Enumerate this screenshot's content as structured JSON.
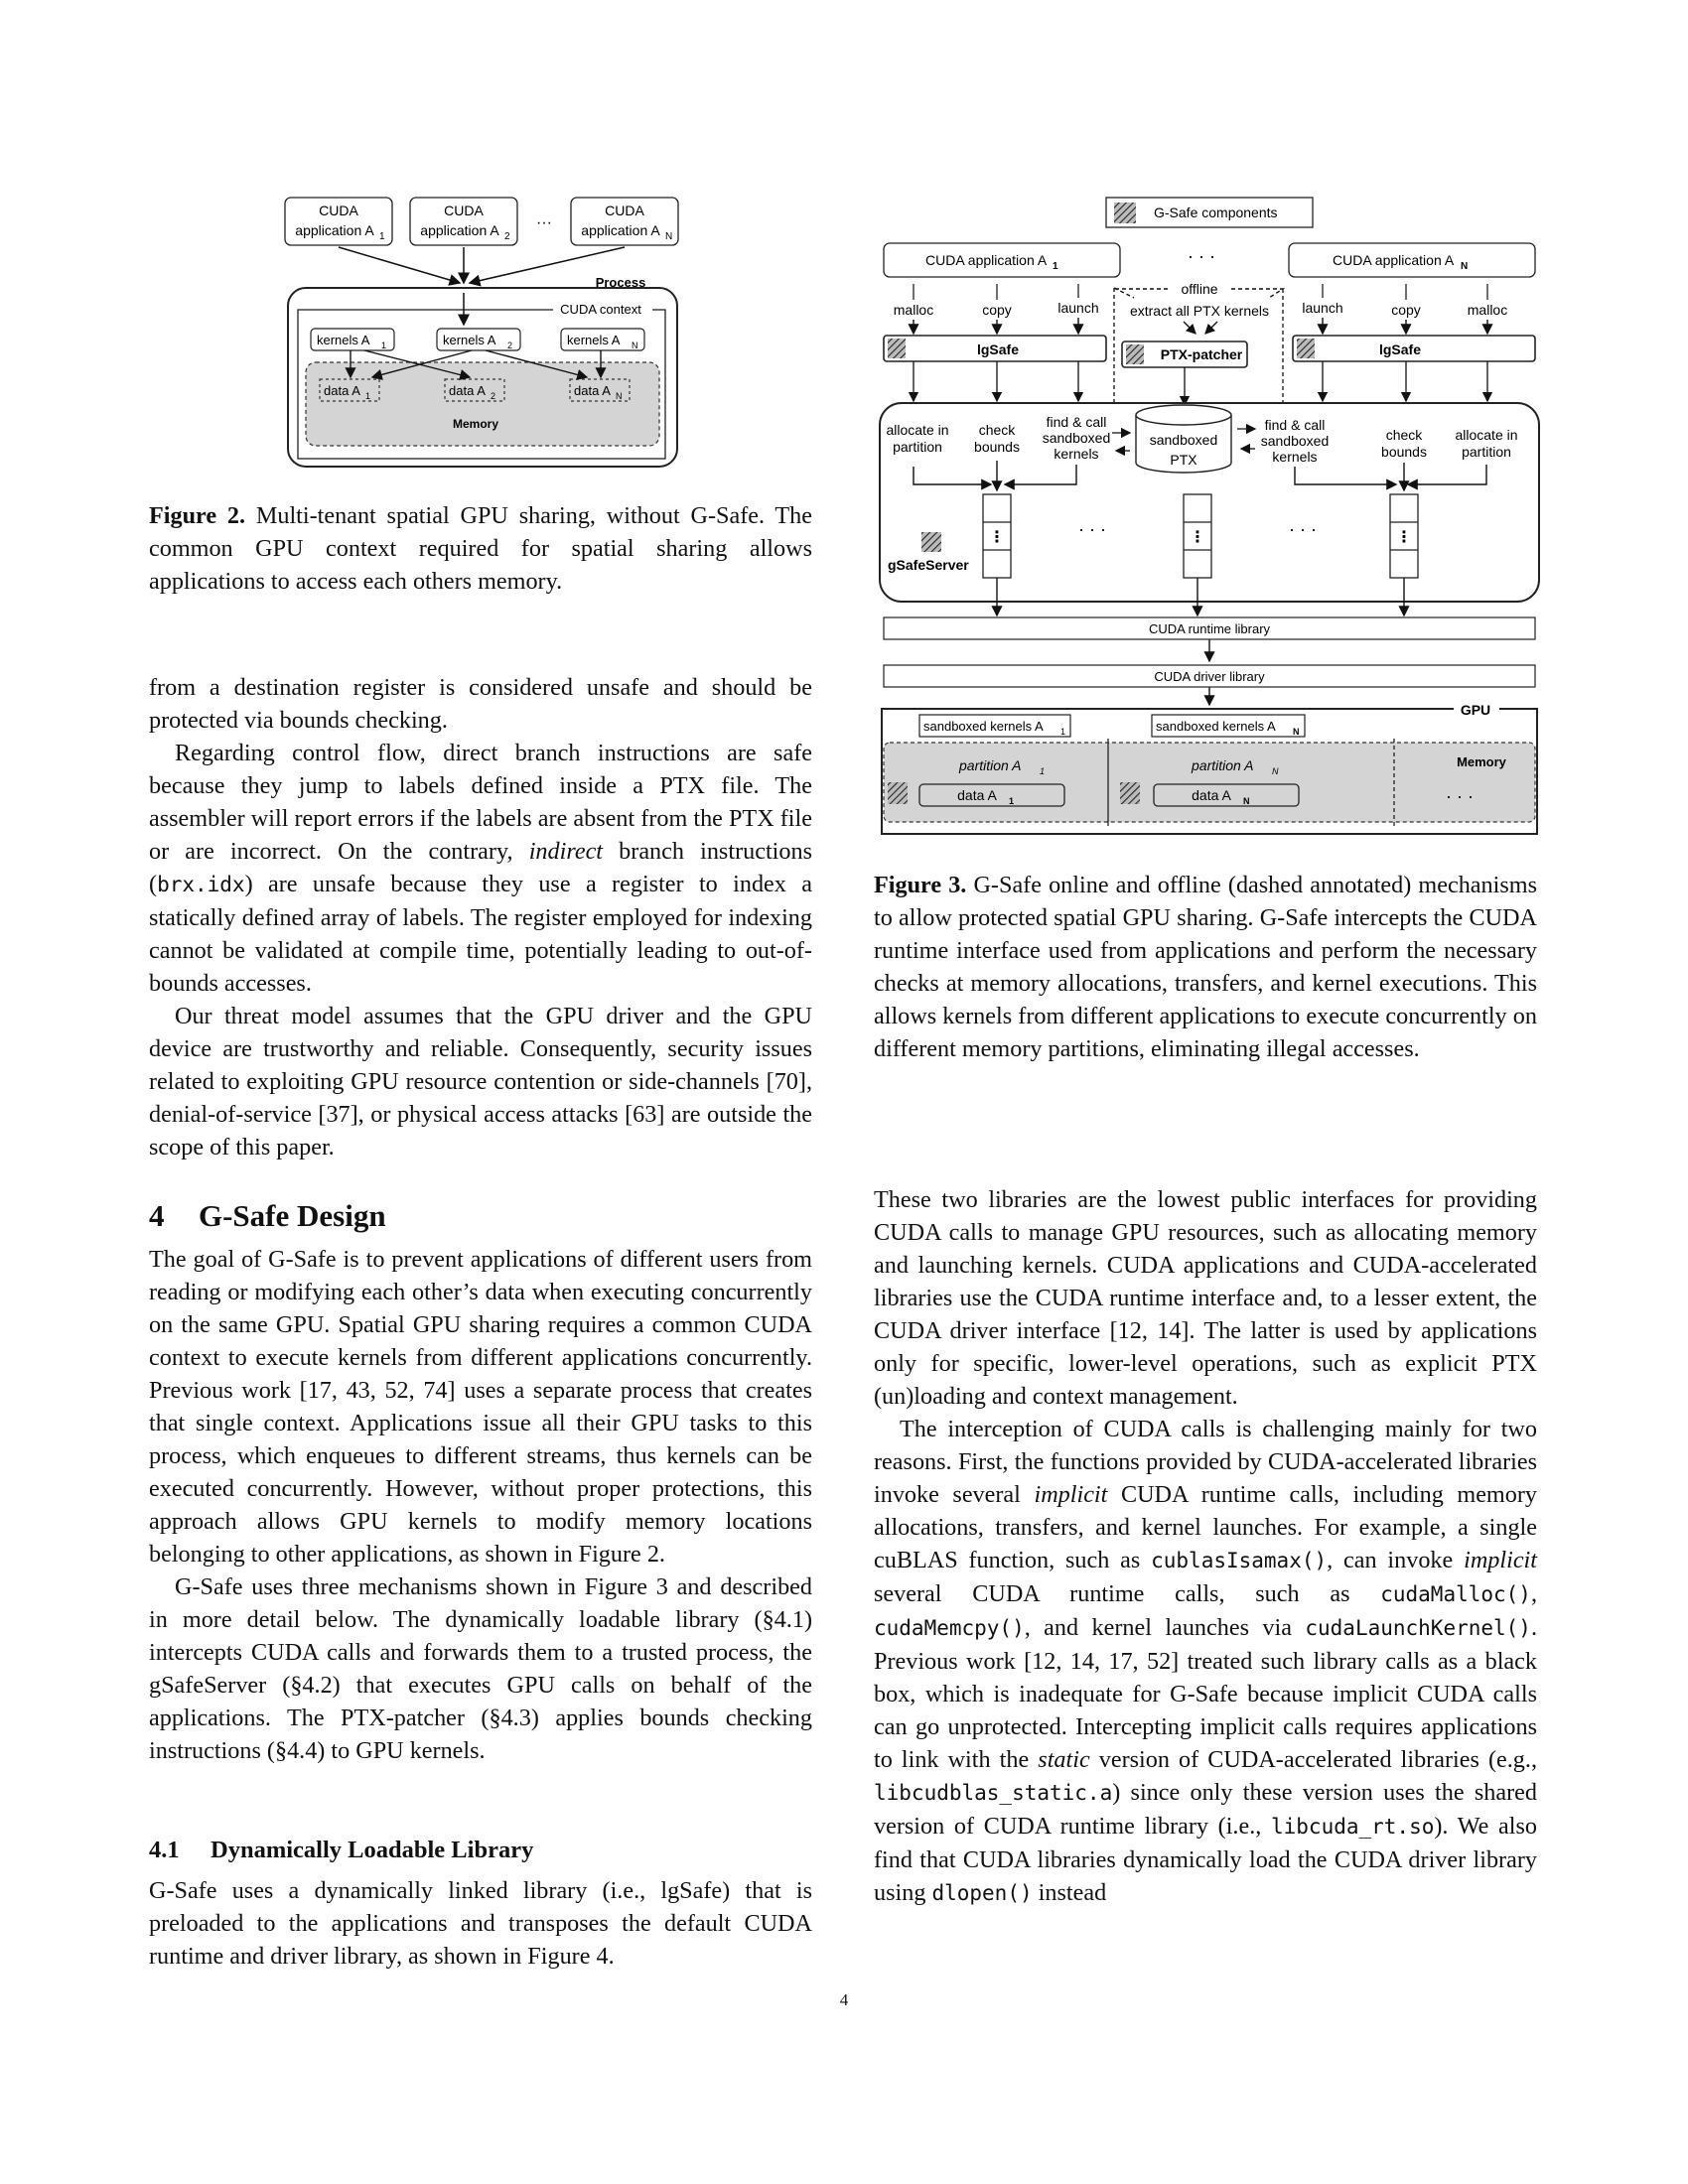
{
  "fig2": {
    "apps": [
      "CUDA",
      "application A",
      "1",
      "CUDA",
      "application A",
      "2",
      "CUDA",
      "application A",
      "N"
    ],
    "dots": "···",
    "process_label": "Process",
    "context_label": "CUDA context",
    "kernels": [
      "kernels A",
      "1",
      "kernels A",
      "2",
      "kernels A",
      "N"
    ],
    "data": [
      "data A",
      "1",
      "data A",
      "2",
      "data A",
      "N"
    ],
    "memory_label": "Memory",
    "caption_label": "Figure 2.",
    "caption_text": " Multi-tenant spatial GPU sharing, without G-Safe. The common GPU context required for spatial sharing allows applications to access each others memory."
  },
  "fig3": {
    "legend": "G-Safe components",
    "top_dots": "· · ·",
    "app1": "CUDA application A",
    "app1_sub": "1",
    "appN": "CUDA application A",
    "appN_sub": "N",
    "left_calls": [
      "malloc",
      "copy",
      "launch"
    ],
    "right_calls": [
      "launch",
      "copy",
      "malloc"
    ],
    "offline": "offline",
    "extract": "extract all PTX kernels",
    "lgsafe": "lgSafe",
    "ptx_patcher": "PTX-patcher",
    "server_left": [
      "allocate in",
      "partition",
      "check",
      "bounds",
      "find & call",
      "sandboxed",
      "kernels"
    ],
    "server_right": [
      "find & call",
      "sandboxed",
      "kernels",
      "check",
      "bounds",
      "allocate in",
      "partition"
    ],
    "sandboxed_ptx": [
      "sandboxed",
      "PTX"
    ],
    "gsafe_server": "gSafeServer",
    "mid_dots": "· · ·",
    "runtime": "CUDA runtime library",
    "driver": "CUDA driver library",
    "gpu": "GPU",
    "sk1": "sandboxed kernels A",
    "sk1_sub": "1",
    "skN": "sandboxed kernels A",
    "skN_sub": "N",
    "memory": "Memory",
    "part1": "partition A",
    "part1_sub": "1",
    "partN": "partition A",
    "partN_sub": "N",
    "data1": "data A",
    "data1_sub": "1",
    "dataN": "data A",
    "dataN_sub": "N",
    "mem_dots": "· · ·",
    "caption_label": "Figure 3.",
    "caption_text": " G-Safe online and offline (dashed annotated) mechanisms to allow protected spatial GPU sharing. G-Safe intercepts the CUDA runtime interface used from applications and perform the necessary checks at memory allocations, transfers, and kernel executions. This allows kernels from different applications to execute concurrently on different memory partitions, eliminating illegal accesses."
  },
  "left": {
    "p1": "from a destination register is considered unsafe and should be protected via bounds checking.",
    "p2_a": "Regarding control flow, direct branch instructions are safe because they jump to labels defined inside a PTX file. The assembler will report errors if the labels are absent from the PTX file or are incorrect. On the contrary, ",
    "p2_em": "indirect",
    "p2_b": " branch instructions (",
    "p2_code": "brx.idx",
    "p2_c": ") are unsafe because they use a register to index a statically defined array of labels. The register employed for indexing cannot be validated at compile time, potentially leading to out-of-bounds accesses.",
    "p3": "Our threat model assumes that the GPU driver and the GPU device are trustworthy and reliable. Consequently, security issues related to exploiting GPU resource contention or side-channels [70], denial-of-service [37], or physical access attacks [63] are outside the scope of this paper.",
    "h2_num": "4",
    "h2_text": "G-Safe Design",
    "p4": "The goal of G-Safe is to prevent applications of different users from reading or modifying each other’s data when executing concurrently on the same GPU. Spatial GPU sharing requires a common CUDA context to execute kernels from different applications concurrently. Previous work [17, 43, 52, 74] uses a separate process that creates that single context. Applications issue all their GPU tasks to this process, which enqueues to different streams, thus kernels can be executed concurrently. However, without proper protections, this approach allows GPU kernels to modify memory locations belonging to other applications, as shown in Figure 2.",
    "p5": "G-Safe uses three mechanisms shown in Figure 3 and described in more detail below. The dynamically loadable library (§4.1) intercepts CUDA calls and forwards them to a trusted process, the gSafeServer (§4.2) that executes GPU calls on behalf of the applications. The PTX-patcher (§4.3) applies bounds checking instructions (§4.4) to GPU kernels.",
    "h3_num": "4.1",
    "h3_text": "Dynamically Loadable Library",
    "p6": "G-Safe uses a dynamically linked library (i.e., lgSafe) that is preloaded to the applications and transposes the default CUDA runtime and driver library, as shown in Figure 4."
  },
  "right": {
    "p1": "These two libraries are the lowest public interfaces for providing CUDA calls to manage GPU resources, such as allocating memory and launching kernels. CUDA applications and CUDA-accelerated libraries use the CUDA runtime interface and, to a lesser extent, the CUDA driver interface [12, 14]. The latter is used by applications only for specific, lower-level operations, such as explicit PTX (un)loading and context management.",
    "p2_a": "The interception of CUDA calls is challenging mainly for two reasons. First, the functions provided by CUDA-accelerated libraries invoke several ",
    "p2_em1": "implicit",
    "p2_b": " CUDA runtime calls, including memory allocations, transfers, and kernel launches. For example, a single cuBLAS function, such as ",
    "p2_code1": "cublasIsamax()",
    "p2_c": ", can invoke ",
    "p2_em2": "implicit",
    "p2_d": " several CUDA runtime calls, such as ",
    "p2_code2": "cudaMalloc()",
    "p2_e": ", ",
    "p2_code3": "cudaMemcpy()",
    "p2_f": ", and kernel launches via ",
    "p2_code4": "cudaLaunchKernel()",
    "p2_g": ". Previous work [12, 14, 17, 52] treated such library calls as a black box, which is inadequate for G-Safe because implicit CUDA calls can go unprotected. Intercepting implicit calls requires applications to link with the ",
    "p2_em3": "static",
    "p2_h": " version of CUDA-accelerated libraries (e.g., ",
    "p2_code5": "libcudblas_static.a",
    "p2_i": ") since only these version uses the shared version of CUDA runtime library (i.e., ",
    "p2_code6": "libcuda_rt.so",
    "p2_j": "). We also find that CUDA libraries dynamically load the CUDA driver library using ",
    "p2_code7": "dlopen()",
    "p2_k": " instead"
  },
  "page_number": "4"
}
